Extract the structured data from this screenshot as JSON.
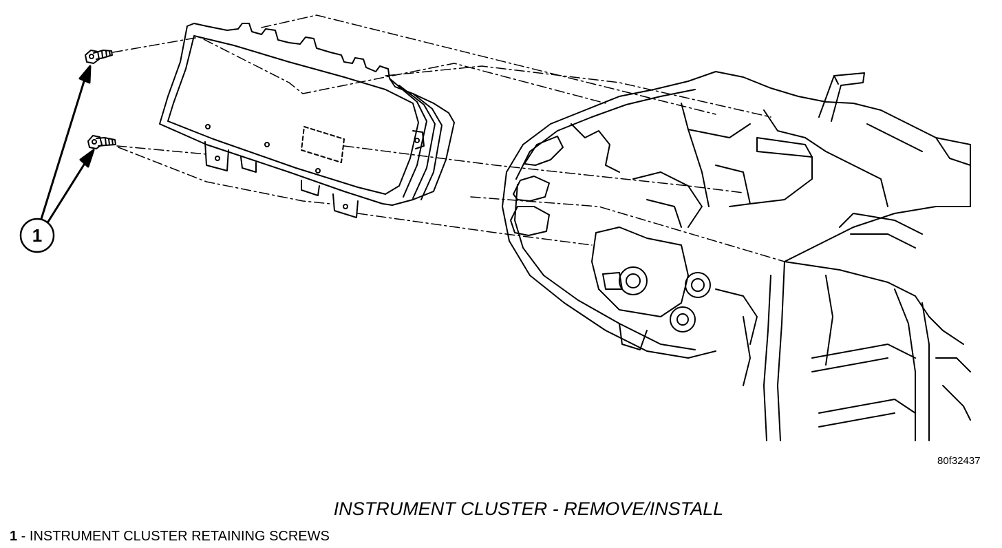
{
  "callout": {
    "number": "1"
  },
  "figure_id": "80f32437",
  "caption": "INSTRUMENT CLUSTER - REMOVE/INSTALL",
  "legend": [
    {
      "number": "1",
      "text": " - INSTRUMENT CLUSTER RETAINING SCREWS"
    }
  ],
  "colors": {
    "line": "#000000",
    "background": "#ffffff"
  }
}
